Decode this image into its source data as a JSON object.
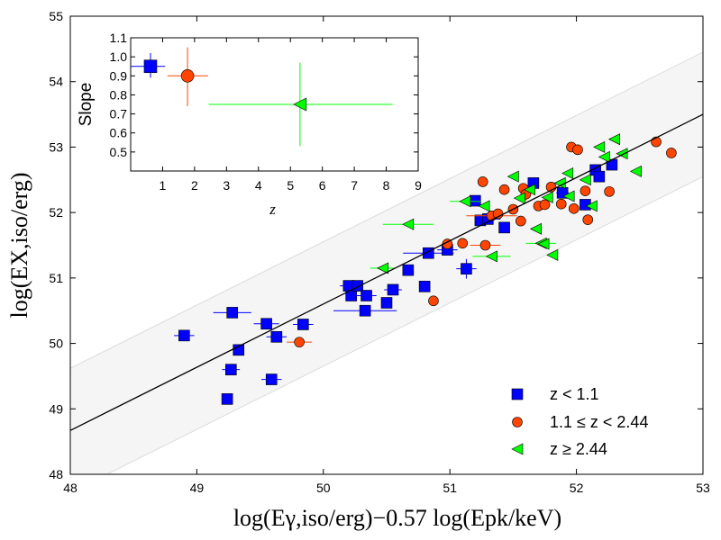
{
  "chart_data": [
    {
      "type": "scatter",
      "title": "",
      "xlabel": "log(Eγ,iso/erg)−0.57 log(Epk/keV)",
      "ylabel": "log(EX,iso/erg)",
      "xlim": [
        48,
        53
      ],
      "ylim": [
        48,
        55
      ],
      "xticks": [
        "48",
        "49",
        "50",
        "51",
        "52",
        "53"
      ],
      "yticks": [
        "48",
        "49",
        "50",
        "51",
        "52",
        "53",
        "54",
        "55"
      ],
      "grid": false,
      "legend_position": "lower-right",
      "fit_line": {
        "x": [
          48,
          53
        ],
        "y": [
          48.67,
          53.5
        ]
      },
      "scatter_band": {
        "half_width_y": 0.95
      },
      "series": [
        {
          "name": "z < 1.1",
          "marker": "square",
          "color": "#0000ff",
          "points": [
            {
              "x": 48.9,
              "y": 50.12,
              "xerr": 0.08
            },
            {
              "x": 49.24,
              "y": 49.15
            },
            {
              "x": 49.27,
              "y": 49.6,
              "xerr": 0.07
            },
            {
              "x": 49.28,
              "y": 50.47,
              "xerr": 0.15
            },
            {
              "x": 49.33,
              "y": 49.9
            },
            {
              "x": 49.55,
              "y": 50.3,
              "xerr": 0.1
            },
            {
              "x": 49.59,
              "y": 49.45,
              "xerr": 0.08
            },
            {
              "x": 49.63,
              "y": 50.1,
              "xerr": 0.08
            },
            {
              "x": 49.84,
              "y": 50.29,
              "xerr": 0.08
            },
            {
              "x": 50.2,
              "y": 50.88,
              "xerr": 0.07
            },
            {
              "x": 50.22,
              "y": 50.73
            },
            {
              "x": 50.27,
              "y": 50.88
            },
            {
              "x": 50.33,
              "y": 50.5,
              "xerr": 0.25
            },
            {
              "x": 50.34,
              "y": 50.73,
              "xerr": 0.08
            },
            {
              "x": 50.5,
              "y": 50.62
            },
            {
              "x": 50.55,
              "y": 50.82,
              "xerr": 0.07
            },
            {
              "x": 50.67,
              "y": 51.12
            },
            {
              "x": 50.8,
              "y": 50.87
            },
            {
              "x": 50.83,
              "y": 51.38,
              "xerr": 0.2
            },
            {
              "x": 50.98,
              "y": 51.43,
              "xerr": 0.08
            },
            {
              "x": 51.13,
              "y": 51.14,
              "xerr": 0.08,
              "yerr": 0.15
            },
            {
              "x": 51.2,
              "y": 52.18
            },
            {
              "x": 51.24,
              "y": 51.88
            },
            {
              "x": 51.3,
              "y": 51.9,
              "xerr": 0.1
            },
            {
              "x": 51.43,
              "y": 51.77
            },
            {
              "x": 51.66,
              "y": 52.45
            },
            {
              "x": 51.89,
              "y": 52.3,
              "xerr": 0.05
            },
            {
              "x": 52.07,
              "y": 52.12
            },
            {
              "x": 52.15,
              "y": 52.65
            },
            {
              "x": 52.18,
              "y": 52.55
            },
            {
              "x": 52.28,
              "y": 52.73
            }
          ]
        },
        {
          "name": "1.1 ≤ z < 2.44",
          "marker": "circle",
          "color": "#ff4500",
          "points": [
            {
              "x": 49.81,
              "y": 50.02,
              "xerr": 0.1
            },
            {
              "x": 50.87,
              "y": 50.65
            },
            {
              "x": 50.98,
              "y": 51.52
            },
            {
              "x": 51.1,
              "y": 51.53
            },
            {
              "x": 51.26,
              "y": 52.47
            },
            {
              "x": 51.28,
              "y": 51.5,
              "xerr": 0.12
            },
            {
              "x": 51.33,
              "y": 51.95,
              "xerr": 0.2
            },
            {
              "x": 51.38,
              "y": 51.98
            },
            {
              "x": 51.43,
              "y": 52.35
            },
            {
              "x": 51.5,
              "y": 52.05
            },
            {
              "x": 51.56,
              "y": 51.87
            },
            {
              "x": 51.58,
              "y": 52.37
            },
            {
              "x": 51.6,
              "y": 52.28,
              "yerr": 0.1
            },
            {
              "x": 51.7,
              "y": 52.1
            },
            {
              "x": 51.75,
              "y": 52.12
            },
            {
              "x": 51.8,
              "y": 52.39
            },
            {
              "x": 51.88,
              "y": 52.13
            },
            {
              "x": 51.96,
              "y": 53.0
            },
            {
              "x": 51.98,
              "y": 52.06
            },
            {
              "x": 52.01,
              "y": 52.96
            },
            {
              "x": 52.07,
              "y": 52.33
            },
            {
              "x": 52.09,
              "y": 51.89
            },
            {
              "x": 52.26,
              "y": 52.32
            },
            {
              "x": 52.63,
              "y": 53.08
            },
            {
              "x": 52.75,
              "y": 52.91
            }
          ]
        },
        {
          "name": "z ≥ 2.44",
          "marker": "triangle-left",
          "color": "#00ff00",
          "points": [
            {
              "x": 50.47,
              "y": 51.15,
              "xerr": 0.1
            },
            {
              "x": 50.67,
              "y": 51.82,
              "xerr": 0.2
            },
            {
              "x": 51.12,
              "y": 52.17,
              "xerr": 0.12
            },
            {
              "x": 51.27,
              "y": 52.1
            },
            {
              "x": 51.33,
              "y": 51.33,
              "xerr": 0.15
            },
            {
              "x": 51.5,
              "y": 52.55
            },
            {
              "x": 51.55,
              "y": 52.22
            },
            {
              "x": 51.63,
              "y": 52.35
            },
            {
              "x": 51.68,
              "y": 51.75
            },
            {
              "x": 51.72,
              "y": 51.53,
              "xerr": 0.12
            },
            {
              "x": 51.74,
              "y": 51.52
            },
            {
              "x": 51.77,
              "y": 52.23
            },
            {
              "x": 51.81,
              "y": 51.35
            },
            {
              "x": 51.87,
              "y": 52.45
            },
            {
              "x": 51.93,
              "y": 52.6
            },
            {
              "x": 51.94,
              "y": 52.25
            },
            {
              "x": 52.07,
              "y": 52.5
            },
            {
              "x": 52.12,
              "y": 52.1
            },
            {
              "x": 52.18,
              "y": 53.0
            },
            {
              "x": 52.22,
              "y": 52.85
            },
            {
              "x": 52.3,
              "y": 53.12
            },
            {
              "x": 52.36,
              "y": 52.9
            },
            {
              "x": 52.47,
              "y": 52.63
            }
          ]
        }
      ]
    },
    {
      "type": "scatter",
      "title": "",
      "xlabel": "z",
      "ylabel": "Slope",
      "xlim": [
        0,
        9
      ],
      "ylim": [
        0.4,
        1.1
      ],
      "xticks": [
        "1",
        "2",
        "3",
        "4",
        "5",
        "6",
        "7",
        "8",
        "9"
      ],
      "yticks": [
        "0.5",
        "0.6",
        "0.7",
        "0.8",
        "0.9",
        "1.0",
        "1.1"
      ],
      "points": [
        {
          "series": "z < 1.1",
          "marker": "square",
          "color": "#0000ff",
          "x": 0.62,
          "y": 0.95,
          "xlo": 0.0,
          "xhi": 1.08,
          "ylo": 0.89,
          "yhi": 1.02
        },
        {
          "series": "1.1 ≤ z < 2.44",
          "marker": "circle",
          "color": "#ff4500",
          "x": 1.78,
          "y": 0.9,
          "xlo": 1.15,
          "xhi": 2.42,
          "ylo": 0.74,
          "yhi": 1.05
        },
        {
          "series": "z ≥ 2.44",
          "marker": "triangle-left",
          "color": "#00ff00",
          "x": 5.3,
          "y": 0.75,
          "xlo": 2.44,
          "xhi": 8.2,
          "ylo": 0.53,
          "yhi": 0.97
        }
      ]
    }
  ]
}
